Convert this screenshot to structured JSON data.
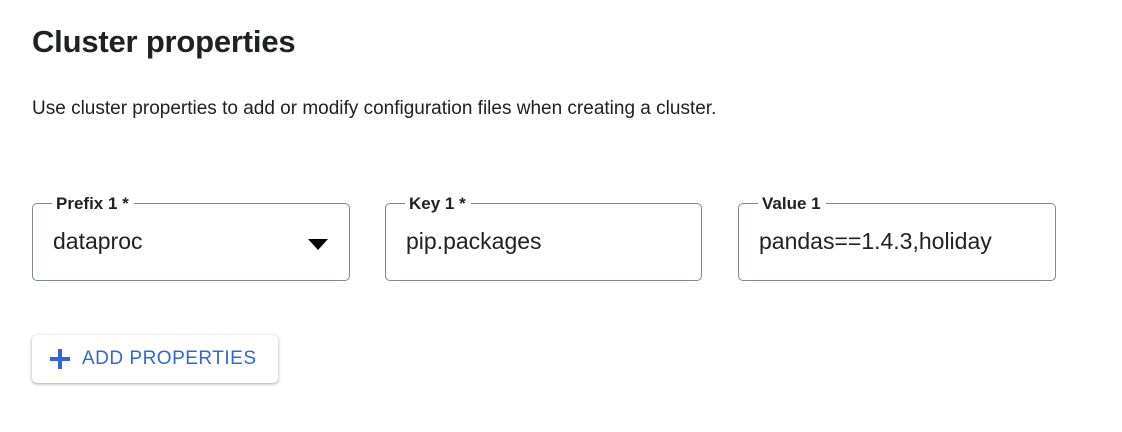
{
  "section": {
    "title": "Cluster properties",
    "description": "Use cluster properties to add or modify configuration files when creating a cluster."
  },
  "fields": [
    {
      "name": "prefix",
      "legend": "Prefix 1 *",
      "value": "dataproc",
      "control": "select",
      "icon": "chevron-down-icon",
      "required": true
    },
    {
      "name": "key",
      "legend": "Key 1 *",
      "value": "pip.packages",
      "control": "text",
      "required": true
    },
    {
      "name": "value",
      "legend": "Value 1",
      "value": "pandas==1.4.3,holiday",
      "control": "text",
      "required": false
    }
  ],
  "add_button": {
    "label": "ADD PROPERTIES",
    "icon": "plus-icon"
  },
  "colors": {
    "accent": "#3367d6",
    "text": "#202124",
    "border": "#80868b",
    "background": "#ffffff"
  }
}
